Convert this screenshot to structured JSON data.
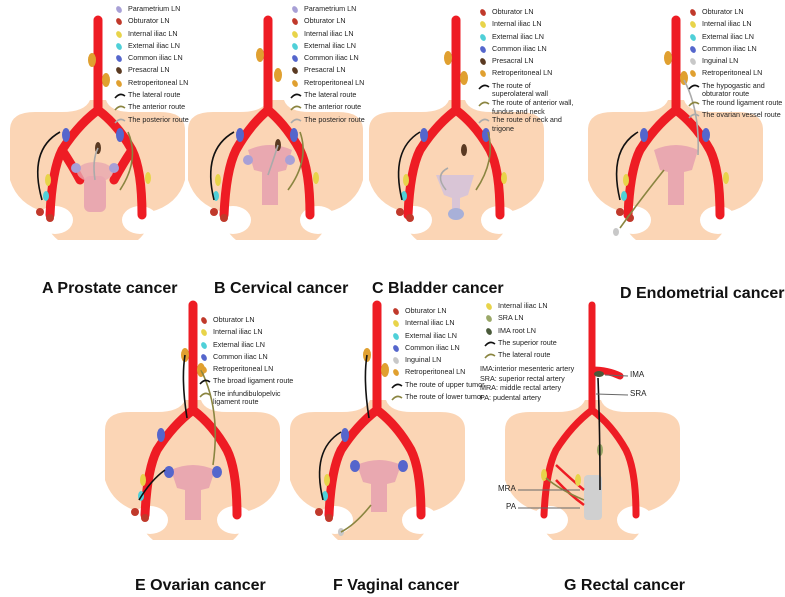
{
  "colors": {
    "artery": "#ee1c24",
    "pelvis": "#fbd5b5",
    "uterus": "#e9a8b0",
    "bladder": "#d9c5d6",
    "rectum": "#d0d0d0",
    "parametrium": "#a8a0d6",
    "obturator": "#c0392b",
    "internal_iliac": "#e8d44a",
    "external_iliac": "#4fd0d8",
    "common_iliac": "#5566cc",
    "presacral": "#5a3a22",
    "retroperitoneal": "#e0a030",
    "inguinal": "#c8c8c8",
    "sra": "#9aa868",
    "ima_root": "#4a5a3a",
    "route_black": "#111111",
    "route_olive": "#8a8540",
    "route_grey": "#aaaaaa"
  },
  "panels": [
    {
      "key": "A",
      "caption": "A  Prostate cancer",
      "legend": [
        {
          "label": "Parametrium LN",
          "sym": "parametrium"
        },
        {
          "label": "Obturator LN",
          "sym": "obturator"
        },
        {
          "label": "Internal iliac LN",
          "sym": "internal_iliac"
        },
        {
          "label": "External iliac LN",
          "sym": "external_iliac"
        },
        {
          "label": "Common iliac LN",
          "sym": "common_iliac"
        },
        {
          "label": "Presacral LN",
          "sym": "presacral"
        },
        {
          "label": "Retroperitoneal LN",
          "sym": "retroperitoneal"
        },
        {
          "label": "The lateral route",
          "sym": "route_black"
        },
        {
          "label": "The anterior route",
          "sym": "route_olive"
        },
        {
          "label": "The posterior route",
          "sym": "route_grey"
        }
      ]
    },
    {
      "key": "B",
      "caption": "B  Cervical cancer",
      "legend": [
        {
          "label": "Parametrium LN",
          "sym": "parametrium"
        },
        {
          "label": "Obturator LN",
          "sym": "obturator"
        },
        {
          "label": "Internal iliac LN",
          "sym": "internal_iliac"
        },
        {
          "label": "External iliac LN",
          "sym": "external_iliac"
        },
        {
          "label": "Common iliac LN",
          "sym": "common_iliac"
        },
        {
          "label": "Presacral LN",
          "sym": "presacral"
        },
        {
          "label": "Retroperitoneal LN",
          "sym": "retroperitoneal"
        },
        {
          "label": "The lateral route",
          "sym": "route_black"
        },
        {
          "label": "The anterior route",
          "sym": "route_olive"
        },
        {
          "label": "The posterior route",
          "sym": "route_grey"
        }
      ]
    },
    {
      "key": "C",
      "caption": "C  Bladder cancer",
      "legend": [
        {
          "label": "Obturator LN",
          "sym": "obturator"
        },
        {
          "label": "Internal iliac LN",
          "sym": "internal_iliac"
        },
        {
          "label": "External iliac LN",
          "sym": "external_iliac"
        },
        {
          "label": "Common iliac LN",
          "sym": "common_iliac"
        },
        {
          "label": "Presacral LN",
          "sym": "presacral"
        },
        {
          "label": "Retroperitoneal LN",
          "sym": "retroperitoneal"
        },
        {
          "label": "The route of superolateral wall",
          "sym": "route_black"
        },
        {
          "label": "The route of anterior wall, fundus and neck",
          "sym": "route_olive"
        },
        {
          "label": "The route of neck and trigone",
          "sym": "route_grey"
        }
      ]
    },
    {
      "key": "D",
      "caption": "D  Endometrial cancer",
      "legend": [
        {
          "label": "Obturator LN",
          "sym": "obturator"
        },
        {
          "label": "Internal iliac LN",
          "sym": "internal_iliac"
        },
        {
          "label": "External iliac LN",
          "sym": "external_iliac"
        },
        {
          "label": "Common iliac LN",
          "sym": "common_iliac"
        },
        {
          "label": "Inguinal LN",
          "sym": "inguinal"
        },
        {
          "label": "Retroperitoneal LN",
          "sym": "retroperitoneal"
        },
        {
          "label": "The hypogastic and obturator route",
          "sym": "route_black"
        },
        {
          "label": "The round ligament route",
          "sym": "route_olive"
        },
        {
          "label": "The ovarian vessel route",
          "sym": "route_grey"
        }
      ]
    },
    {
      "key": "E",
      "caption": "E  Ovarian cancer",
      "legend": [
        {
          "label": "Obturator LN",
          "sym": "obturator"
        },
        {
          "label": "Internal iliac LN",
          "sym": "internal_iliac"
        },
        {
          "label": "External iliac LN",
          "sym": "external_iliac"
        },
        {
          "label": "Common iliac LN",
          "sym": "common_iliac"
        },
        {
          "label": "Retroperitoneal LN",
          "sym": "retroperitoneal"
        },
        {
          "label": "The broad ligament route",
          "sym": "route_black"
        },
        {
          "label": "The infundibulopelvic ligament route",
          "sym": "route_olive"
        }
      ]
    },
    {
      "key": "F",
      "caption": "F  Vaginal cancer",
      "legend": [
        {
          "label": "Obturator LN",
          "sym": "obturator"
        },
        {
          "label": "Internal iliac LN",
          "sym": "internal_iliac"
        },
        {
          "label": "External iliac LN",
          "sym": "external_iliac"
        },
        {
          "label": "Common iliac LN",
          "sym": "common_iliac"
        },
        {
          "label": "Inguinal LN",
          "sym": "inguinal"
        },
        {
          "label": "Retroperitoneal LN",
          "sym": "retroperitoneal"
        },
        {
          "label": "The route of upper tumor",
          "sym": "route_black"
        },
        {
          "label": "The route of lower tumor",
          "sym": "route_olive"
        }
      ]
    },
    {
      "key": "G",
      "caption": "G Rectal cancer",
      "legend": [
        {
          "label": "Internal iliac LN",
          "sym": "internal_iliac"
        },
        {
          "label": "SRA LN",
          "sym": "sra"
        },
        {
          "label": "IMA root LN",
          "sym": "ima_root"
        },
        {
          "label": "The superior route",
          "sym": "route_black"
        },
        {
          "label": "The lateral route",
          "sym": "route_olive"
        }
      ],
      "abbreviations": [
        "IMA:interior mesenteric artery",
        "SRA: superior rectal artery",
        "MRA: middle rectal artery",
        "PA: pudental artery"
      ],
      "vessel_labels": {
        "ima": "IMA",
        "sra": "SRA",
        "mra": "MRA",
        "pa": "PA"
      }
    }
  ]
}
